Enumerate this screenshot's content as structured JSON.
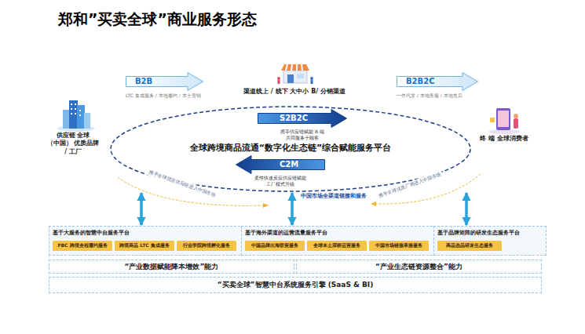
{
  "diagram": {
    "title": "郑和”买卖全球”商业服务形态",
    "nodes": [
      {
        "text": [
          "B2B",
          "LTC 集成服务 / 本地履约 / 本土营销"
        ]
      },
      {
        "text": [
          "渠道线上 / 线下 大中小 B/ 分销渠道"
        ]
      },
      {
        "text": [
          "B2B2C",
          "一件代发 / 本地客服 / 本地售后"
        ]
      },
      {
        "text": [
          "供应链 全球（中国） 优质品牌 / 工厂"
        ]
      },
      {
        "text": [
          "全球跨境商品流通“数字化生态链”综合赋能服务平台"
        ]
      },
      {
        "text": [
          "S2B2C",
          "携手供应链赋能 B 端 共同服务于顾客"
        ],
        "in": 4
      },
      {
        "text": [
          "C2M",
          "柔性快速反应供应链赋能 工厂模式升级"
        ],
        "in": 4
      },
      {
        "text": [
          "终 端 全球消费者"
        ]
      },
      {
        "text": [
          "基于大服务的智慧中台服务平台"
        ]
      },
      {
        "text": [
          "FBC 跨境全程履约服务"
        ],
        "in": 8
      },
      {
        "text": [
          "跨境商品 LTC 集成服务"
        ],
        "in": 8
      },
      {
        "text": [
          "行业学院跨境孵化服务"
        ],
        "in": 8
      },
      {
        "text": [
          "基于海外渠道的运营流量服务平台"
        ]
      },
      {
        "text": [
          "中国品牌出海联营服务"
        ],
        "in": 12
      },
      {
        "text": [
          "全球本土深耕运营服务"
        ],
        "in": 12
      },
      {
        "text": [
          "中国市场链接承接服务"
        ],
        "in": 12
      },
      {
        "text": [
          "基于品牌矩阵的研发生态服务平台"
        ]
      },
      {
        "text": [
          "商品选品研发生态服务"
        ],
        "in": 16
      },
      {
        "text": [
          "“产业数据赋能降本增效”能力"
        ]
      },
      {
        "text": [
          "“产业生态链资源整合”能力"
        ]
      },
      {
        "text": [
          "“买卖全球”智慧中台系统服务引擎 (SaaS & BI)"
        ]
      }
    ],
    "edges": [
      {
        "from": 4,
        "to": 8,
        "arrow": "both"
      },
      {
        "from": 4,
        "to": 12,
        "arrow": "both"
      },
      {
        "from": 4,
        "to": 16,
        "arrow": "both"
      }
    ],
    "labels": [
      "携手全球优质供应链进入中国市场",
      "中国市场全渠道链接和服务",
      "携手全球优质厂商进入中国市场"
    ]
  }
}
